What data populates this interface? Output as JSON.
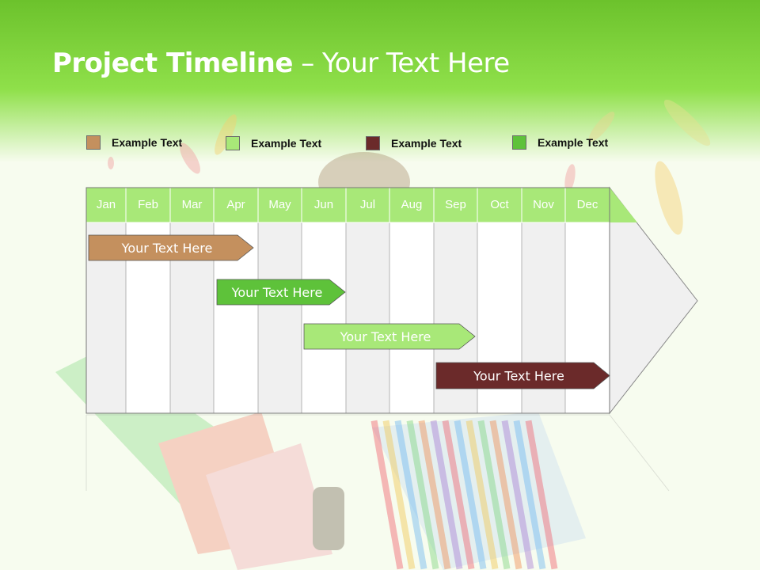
{
  "title": {
    "bold": "Project Timeline",
    "rest": " – Your Text Here"
  },
  "legend": [
    {
      "label": "Example Text",
      "color": "#c4905e"
    },
    {
      "label": "Example Text",
      "color": "#a8e878"
    },
    {
      "label": "Example Text",
      "color": "#6b2a2a"
    },
    {
      "label": "Example Text",
      "color": "#5ec23a"
    }
  ],
  "months": [
    "Jan",
    "Feb",
    "Mar",
    "Apr",
    "May",
    "Jun",
    "Jul",
    "Aug",
    "Sep",
    "Oct",
    "Nov",
    "Dec"
  ],
  "tasks": [
    {
      "label": "Your  Text Here",
      "color": "#c4905e"
    },
    {
      "label": "Your  Text Here",
      "color": "#5ec23a"
    },
    {
      "label": "Your  Text Here",
      "color": "#a8e878"
    },
    {
      "label": "Your  Text Here",
      "color": "#6b2a2a"
    }
  ],
  "colors": {
    "header_green": "#7fd64a",
    "month_row": "#a8e878",
    "column_gray": "#f0f0f0",
    "column_white": "#ffffff"
  }
}
